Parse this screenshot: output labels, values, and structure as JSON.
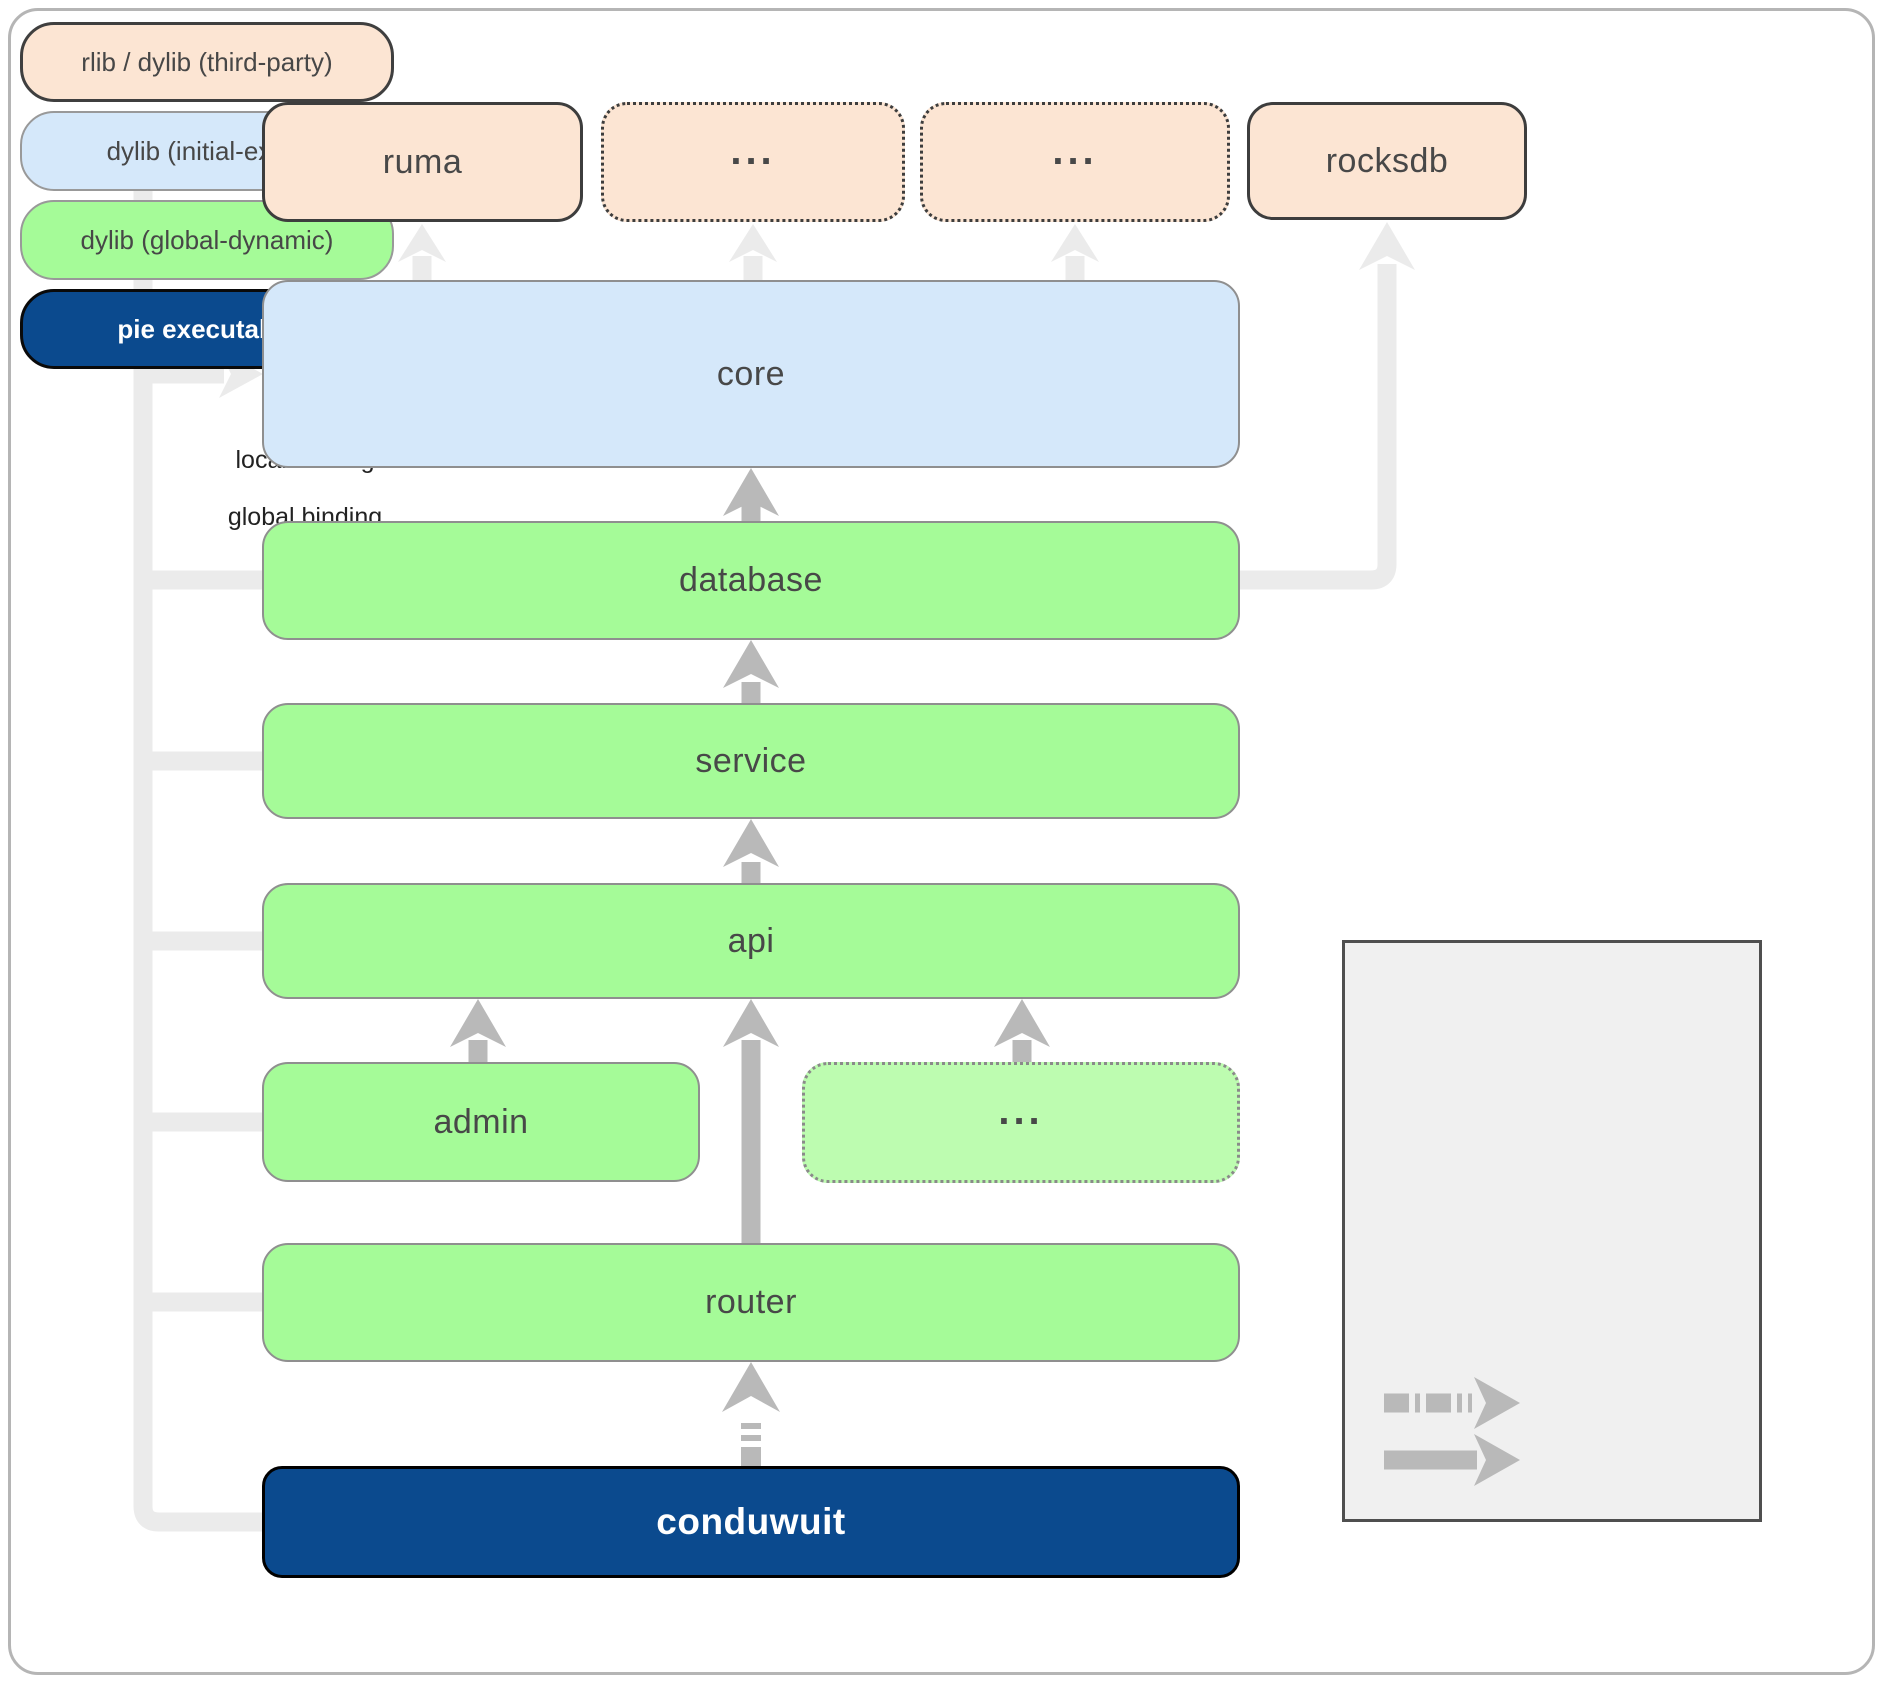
{
  "diagram": {
    "nodes": {
      "ruma": {
        "label": "ruma",
        "kind": "rlib / dylib (third-party)"
      },
      "third_party_more_1": {
        "label": "...",
        "kind": "rlib / dylib (third-party)"
      },
      "third_party_more_2": {
        "label": "...",
        "kind": "rlib / dylib (third-party)"
      },
      "rocksdb": {
        "label": "rocksdb",
        "kind": "rlib / dylib (third-party)"
      },
      "core": {
        "label": "core",
        "kind": "dylib (initial-exec)"
      },
      "database": {
        "label": "database",
        "kind": "dylib (global-dynamic)"
      },
      "service": {
        "label": "service",
        "kind": "dylib (global-dynamic)"
      },
      "api": {
        "label": "api",
        "kind": "dylib (global-dynamic)"
      },
      "admin": {
        "label": "admin",
        "kind": "dylib (global-dynamic)"
      },
      "crates_more": {
        "label": "...",
        "kind": "dylib (global-dynamic)"
      },
      "router": {
        "label": "router",
        "kind": "dylib (global-dynamic)"
      },
      "conduwuit": {
        "label": "conduwuit",
        "kind": "pie executable"
      }
    },
    "edges": [
      {
        "from": "conduwuit",
        "to": "router",
        "binding": "local",
        "emphasis": "weak"
      },
      {
        "from": "conduwuit",
        "to": "ruma",
        "binding": "global",
        "emphasis": "weak"
      },
      {
        "from": "conduwuit",
        "to": "core",
        "binding": "global",
        "emphasis": "weak"
      },
      {
        "from": "conduwuit",
        "to": "database",
        "binding": "global",
        "emphasis": "weak"
      },
      {
        "from": "conduwuit",
        "to": "service",
        "binding": "global",
        "emphasis": "weak"
      },
      {
        "from": "conduwuit",
        "to": "api",
        "binding": "global",
        "emphasis": "weak"
      },
      {
        "from": "conduwuit",
        "to": "admin",
        "binding": "global",
        "emphasis": "weak"
      },
      {
        "from": "conduwuit",
        "to": "router",
        "binding": "local",
        "emphasis": "strong"
      },
      {
        "from": "router",
        "to": "api",
        "binding": "global",
        "emphasis": "strong"
      },
      {
        "from": "admin",
        "to": "api",
        "binding": "global",
        "emphasis": "strong"
      },
      {
        "from": "crates_more",
        "to": "api",
        "binding": "global",
        "emphasis": "strong"
      },
      {
        "from": "api",
        "to": "service",
        "binding": "global",
        "emphasis": "strong"
      },
      {
        "from": "service",
        "to": "database",
        "binding": "global",
        "emphasis": "strong"
      },
      {
        "from": "database",
        "to": "core",
        "binding": "global",
        "emphasis": "strong"
      },
      {
        "from": "database",
        "to": "rocksdb",
        "binding": "global",
        "emphasis": "weak"
      },
      {
        "from": "core",
        "to": "ruma",
        "binding": "global",
        "emphasis": "weak"
      },
      {
        "from": "core",
        "to": "third_party_more_1",
        "binding": "global",
        "emphasis": "weak"
      },
      {
        "from": "core",
        "to": "third_party_more_2",
        "binding": "global",
        "emphasis": "weak"
      }
    ]
  },
  "legend": {
    "items": [
      {
        "label": "rlib / dylib (third-party)"
      },
      {
        "label": "dylib (initial-exec)"
      },
      {
        "label": "dylib (global-dynamic)"
      },
      {
        "label": "pie executable"
      }
    ],
    "bindings": [
      {
        "label": "local binding",
        "style": "dashed"
      },
      {
        "label": "global binding",
        "style": "solid"
      }
    ]
  },
  "palette": {
    "third_party_fill": "#fce5d3",
    "initial_exec_fill": "#d5e8fa",
    "global_dynamic_fill": "#a5fb98",
    "global_dynamic_light_fill": "#bdfcb0",
    "pie_fill": "#0b4a8e",
    "binding_strong": "#b9b9b9",
    "binding_weak": "#ebebeb",
    "legend_bg": "#f0f0f0"
  }
}
